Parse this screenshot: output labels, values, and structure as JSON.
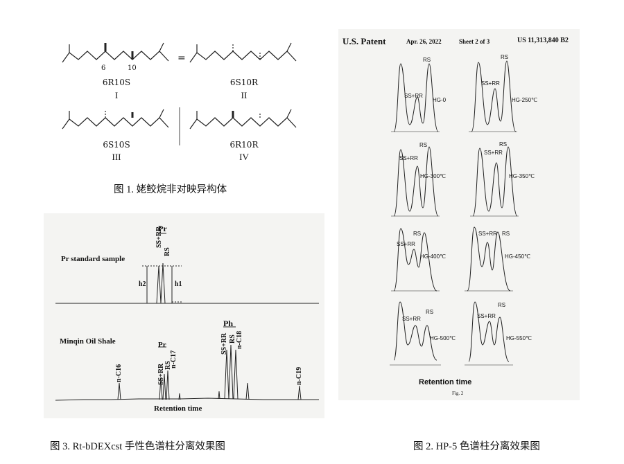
{
  "figure1": {
    "isomers": [
      {
        "name": "6R10S",
        "roman": "I"
      },
      {
        "name": "6S10R",
        "roman": "II"
      },
      {
        "name": "6S10S",
        "roman": "III"
      },
      {
        "name": "6R10R",
        "roman": "IV"
      }
    ],
    "equals": "=",
    "positions": [
      "6",
      "10"
    ],
    "caption": "图 1. 姥鲛烷非对映异构体"
  },
  "figure3": {
    "standard_label": "Pr standard sample",
    "oil_label": "Minqin Oil Shale",
    "x_label": "Retention time",
    "caption": "图 3.   Rt-bDEXcst 手性色谱柱分离效果图",
    "peaks": {
      "pr": "Pr",
      "ph": "Ph",
      "ssrr": "SS+RR",
      "rs": "RS",
      "h1": "h1",
      "h2": "h2",
      "c16": "n-C16",
      "c17": "n-C17",
      "c18": "n-C18",
      "c19": "n-C19"
    }
  },
  "figure2": {
    "header": {
      "title": "U.S. Patent",
      "date": "Apr. 26, 2022",
      "sheet": "Sheet 2 of 3",
      "number": "US 11,313,840 B2"
    },
    "ssrr": "SS+RR",
    "rs": "RS",
    "panels": [
      "HG-0",
      "HG-250℃",
      "HG-300℃",
      "HG-350℃",
      "HG-400℃",
      "HG-450℃",
      "HG-500℃",
      "HG-550℃"
    ],
    "x_label": "Retention time",
    "fig_label": "Fig. 2",
    "caption": "图 2. HP-5 色谱柱分离效果图"
  }
}
